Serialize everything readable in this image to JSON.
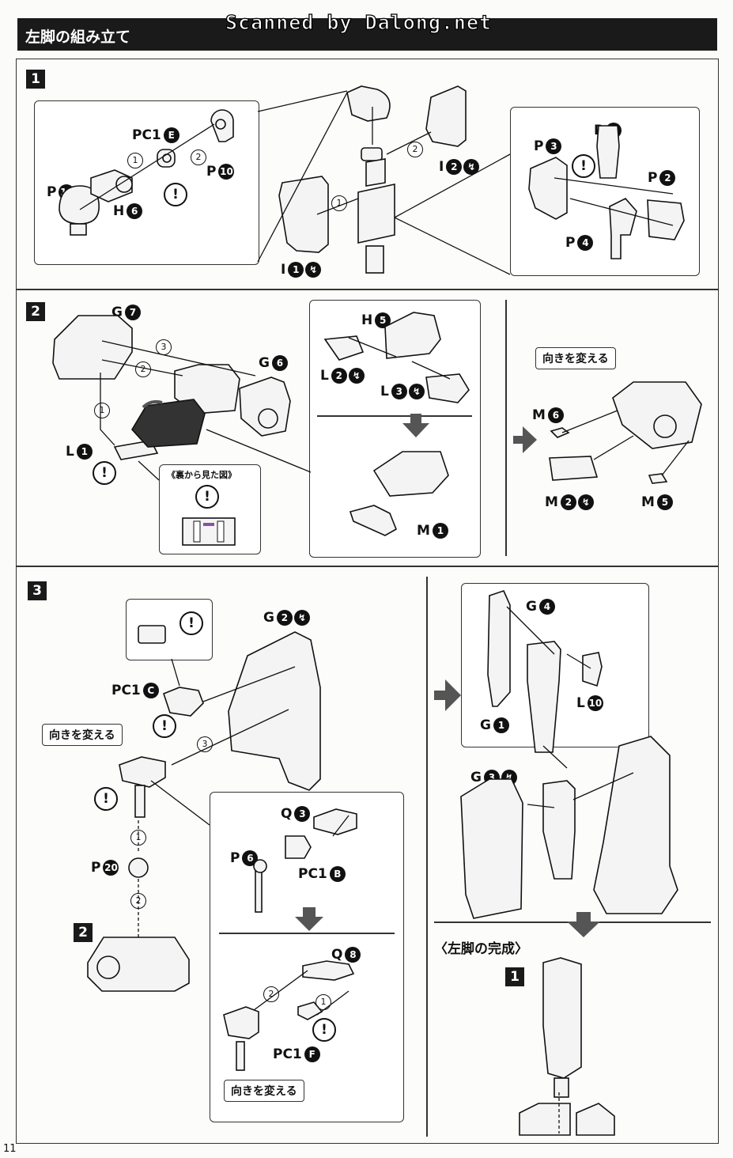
{
  "watermark": "Scanned by Dalong.net",
  "header": {
    "title": "左脚の組み立て"
  },
  "page_number": "11",
  "steps": {
    "s1": {
      "num": "1"
    },
    "s2": {
      "num": "2"
    },
    "s3": {
      "num": "3"
    },
    "s3_ref": "2",
    "final_ref": "1"
  },
  "labels": {
    "pc1e": "PC1",
    "pc1e_c": "E",
    "p10": "P",
    "p10_c": "10",
    "p11": "P",
    "p11_c": "11",
    "h6": "H",
    "h6_c": "6",
    "i2": "I",
    "i2_c": "2",
    "i1": "I",
    "i1_c": "1",
    "p1": "P",
    "p1_c": "1",
    "p3": "P",
    "p3_c": "3",
    "p2": "P",
    "p2_c": "2",
    "p4": "P",
    "p4_c": "4",
    "g7": "G",
    "g7_c": "7",
    "g6": "G",
    "g6_c": "6",
    "l1": "L",
    "l1_c": "1",
    "h5": "H",
    "h5_c": "5",
    "l2": "L",
    "l2_c": "2",
    "l3": "L",
    "l3_c": "3",
    "m1": "M",
    "m1_c": "1",
    "m6": "M",
    "m6_c": "6",
    "m2": "M",
    "m2_c": "2",
    "m5": "M",
    "m5_c": "5",
    "g2": "G",
    "g2_c": "2",
    "pc1c": "PC1",
    "pc1c_c": "C",
    "p20": "P",
    "p20_c": "20",
    "q3": "Q",
    "q3_c": "3",
    "p6": "P",
    "p6_c": "6",
    "pc1b": "PC1",
    "pc1b_c": "B",
    "q8": "Q",
    "q8_c": "8",
    "pc1f": "PC1",
    "pc1f_c": "F",
    "g4": "G",
    "g4_c": "4",
    "l10": "L",
    "l10_c": "10",
    "g1": "G",
    "g1_c": "1",
    "g3": "G",
    "g3_c": "3"
  },
  "seq_marks": {
    "one": "1",
    "two": "2",
    "three": "3"
  },
  "warn_mark": "!",
  "callouts": {
    "turn_direction": "向きを変える",
    "back_view": "《裏から見た図》",
    "left_leg_complete": "〈左脚の完成〉"
  }
}
